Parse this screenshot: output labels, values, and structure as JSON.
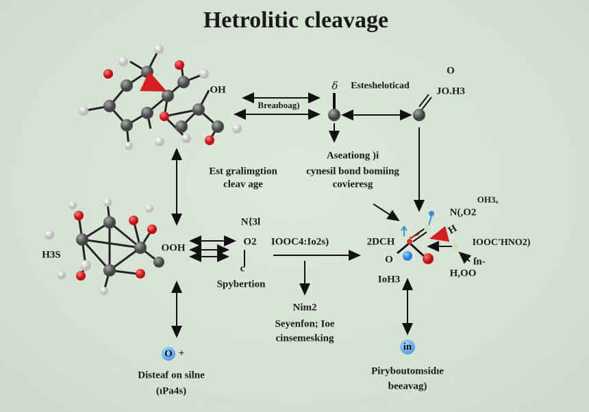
{
  "title": "Hetrolitic cleavage",
  "top": {
    "oh": "OH",
    "arrow_label": "Breaıboag)",
    "delta": "ẟ",
    "esteshelo": "Esteshelоticad",
    "o_top": "O",
    "joh3": "JO.H3",
    "aseationg": "Aseationg )i",
    "cynesil_1": "cynesil bond bomiing",
    "cynesil_2": "covieresg",
    "est_1": "Est gralimgtion",
    "est_2": "cleav age"
  },
  "middle": {
    "h3s": "H3S",
    "ooh": "OOH",
    "n3l": "N{3l",
    "o2": "O2",
    "c": "c",
    "spybertion": "Spybertion",
    "iocc": "IOOC4:Io2s)",
    "nim2": "Nim2",
    "seyenfon": "Seyenfon; Ioe",
    "cinsemesking": "cinsemesking",
    "dch": "2DCH",
    "o_mid": "O",
    "ioh3": "IoH3",
    "oh3a": "OH3ₐ",
    "no2": "N(,O2",
    "h": "H",
    "ioochno": "IOOC'HNO2)",
    "fn": "ſn-",
    "h2oo": "H,OO"
  },
  "bottom": {
    "o_ball": "O",
    "plus": "+",
    "disteaf_1": "Disteaf on silne",
    "disteaf_2": "(ıPa4s)",
    "in_ball": "in",
    "piryb_1": "Pirybоutomsidıe",
    "piryb_2": "beeavag)"
  },
  "colors": {
    "background": "#d5e3d3",
    "carbon": "#555555",
    "oxygen": "#d42020",
    "hydrogen": "#e4e4e4",
    "blue": "#3a8de0"
  }
}
